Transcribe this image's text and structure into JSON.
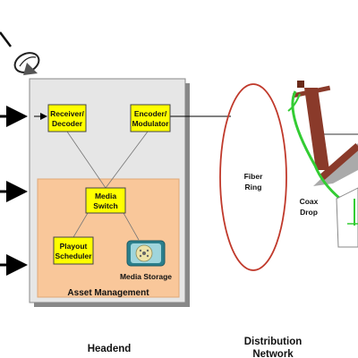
{
  "headend": {
    "receiver_decoder": [
      "Receiver/",
      "Decoder"
    ],
    "encoder_modulator": [
      "Encoder/",
      "Modulator"
    ],
    "media_switch": [
      "Media",
      "Switch"
    ],
    "playout_scheduler": [
      "Playout",
      "Scheduler"
    ],
    "media_storage": "Media Storage",
    "asset_management": "Asset Management"
  },
  "distribution": {
    "fiber_ring": [
      "Fiber",
      "Ring"
    ],
    "coax_drop": [
      "Coax",
      "Drop"
    ]
  },
  "sections": {
    "headend": "Headend",
    "distribution_network": [
      "Distribution",
      "Network"
    ]
  },
  "colors": {
    "node_fill": "#ffff00",
    "asset_panel": "#f9c79a",
    "headend_panel": "#e6e6e6",
    "fiber_ring": "#c0392b",
    "coax": "#33cc33",
    "pole": "#8a3a2a"
  }
}
